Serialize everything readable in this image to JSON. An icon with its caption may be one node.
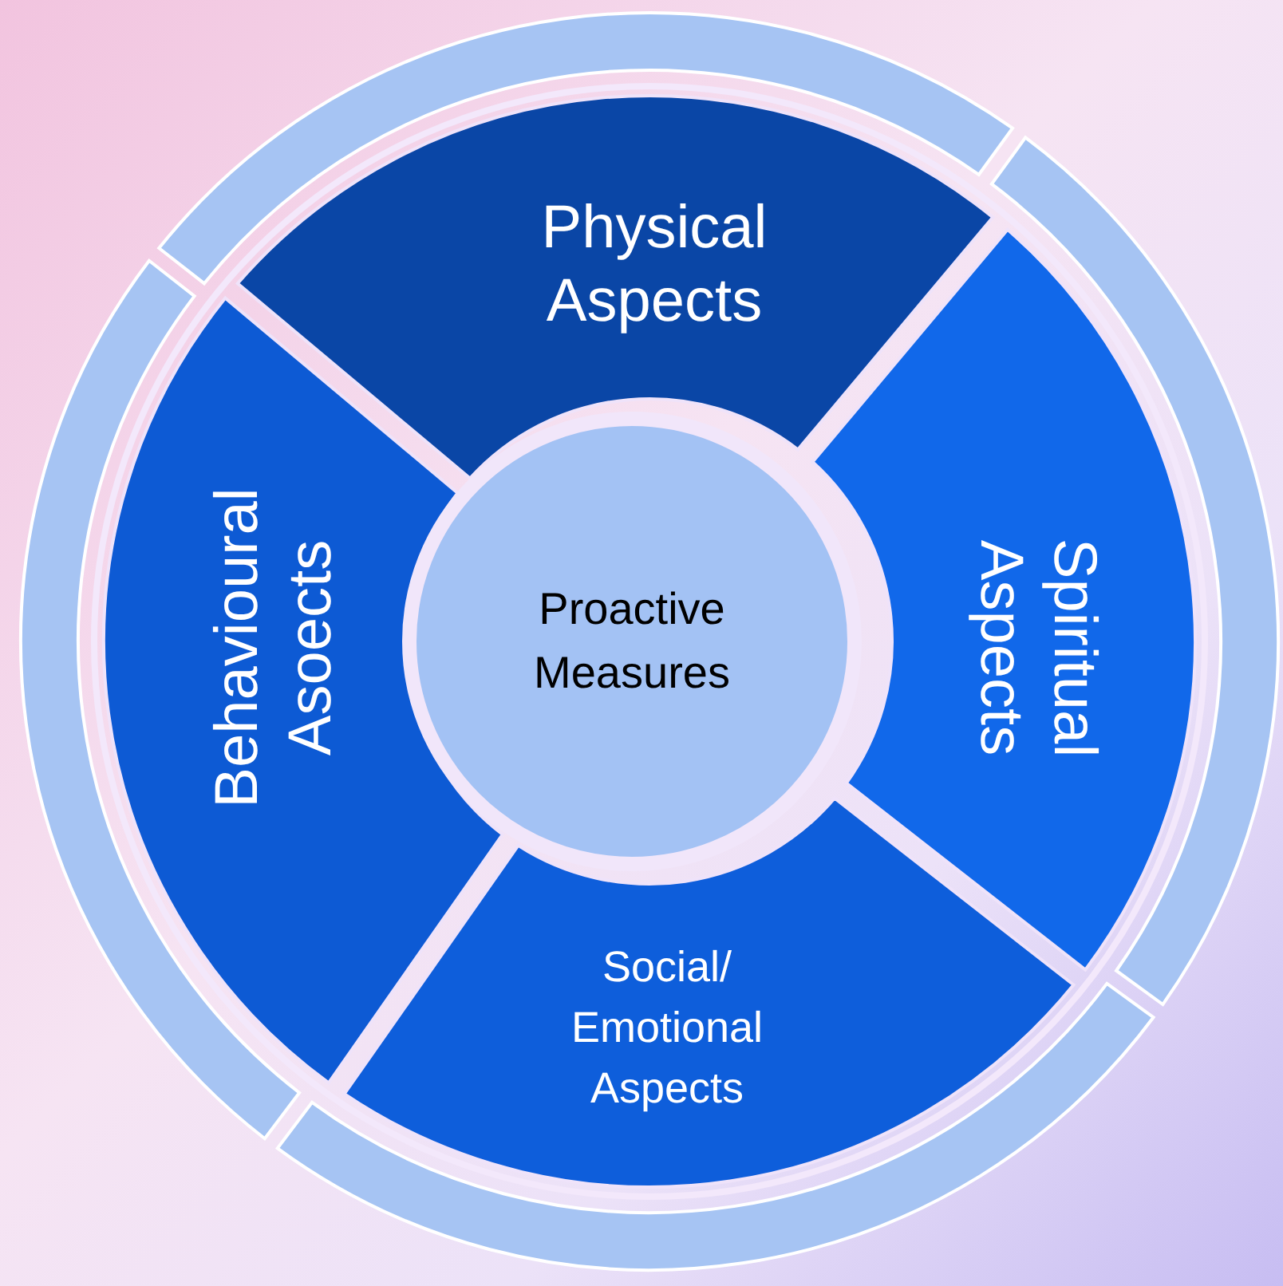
{
  "diagram": {
    "nodes": [
      {
        "text": [
          "Physical Aspects"
        ]
      },
      {
        "text": [
          "Spiritual Aspects"
        ]
      },
      {
        "text": [
          "Social/ Emotional Aspects"
        ]
      },
      {
        "text": [
          "Behavioural Asoects"
        ]
      },
      {
        "text": [
          "Proactive Measures"
        ]
      }
    ]
  }
}
